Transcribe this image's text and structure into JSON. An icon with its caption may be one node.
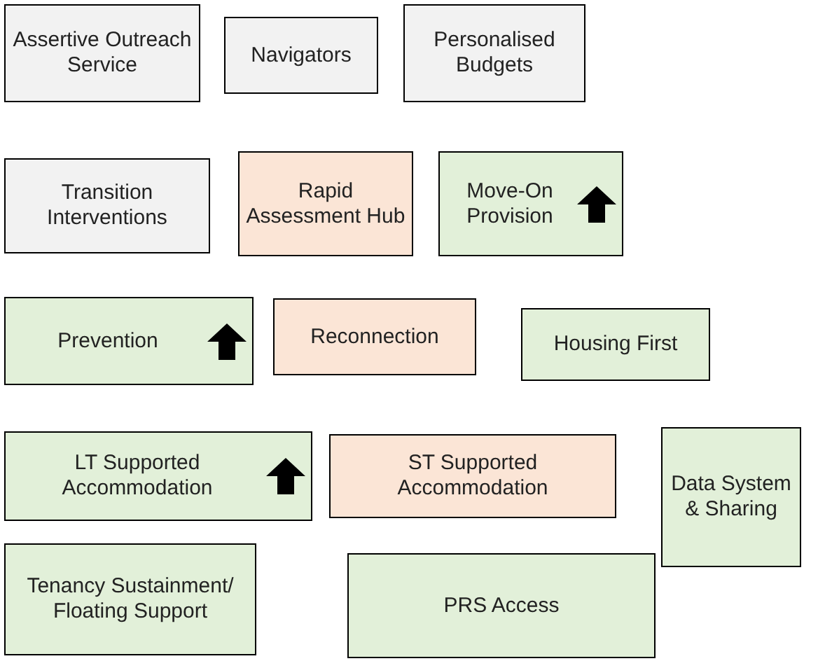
{
  "diagram": {
    "nodes": [
      {
        "text": [
          "Assertive Outreach Service"
        ]
      },
      {
        "text": [
          "Navigators"
        ]
      },
      {
        "text": [
          "Personalised Budgets"
        ]
      },
      {
        "text": [
          "Transition Interventions"
        ]
      },
      {
        "text": [
          "Rapid Assessment Hub"
        ]
      },
      {
        "text": [
          "Move-On Provision"
        ]
      },
      {
        "text": [
          "Prevention"
        ]
      },
      {
        "text": [
          "Reconnection"
        ]
      },
      {
        "text": [
          "Housing First"
        ]
      },
      {
        "text": [
          "LT Supported Accommodation"
        ]
      },
      {
        "text": [
          "ST Supported Accommodation"
        ]
      },
      {
        "text": [
          "Data System & Sharing"
        ]
      },
      {
        "text": [
          "Tenancy Sustainment/ Floating Support"
        ]
      },
      {
        "text": [
          "PRS Access"
        ]
      }
    ]
  }
}
